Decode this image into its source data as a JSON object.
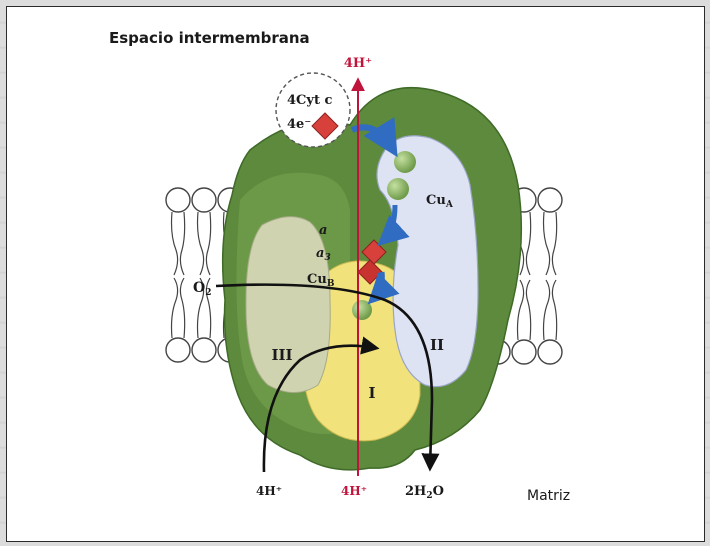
{
  "title": "Espacio intermembrana",
  "matrix_label": "Matriz",
  "top_label": "4H⁺",
  "cytc": {
    "line1": "4Cyt c",
    "line2": "4e⁻"
  },
  "redox_centers": {
    "cua": "Cuₐ",
    "a": "a",
    "a3": "a₃",
    "cub": "Cuʙ"
  },
  "cua_text": "Cu",
  "cua_sub": "A",
  "a3_text": "a",
  "a3_sub": "3",
  "cub_text": "Cu",
  "cub_sub": "B",
  "oxygen_text": "O",
  "oxygen_sub": "2",
  "subunits": {
    "i": "I",
    "ii": "II",
    "iii": "III"
  },
  "bottom": {
    "left_h": "4H⁺",
    "center_h": "4H⁺",
    "water_text": "2H",
    "water_sub": "2",
    "water_tail": "O"
  },
  "colors": {
    "proton_red": "#c0143c",
    "green_dark": "#5d8a3d",
    "green_mid": "#6f9b4a",
    "yellow": "#f2e27c",
    "lavender": "#dde3f3",
    "tan": "#cfd3b0",
    "heme_red": "#d8403c",
    "arrow_blue": "#2f6cc2"
  }
}
